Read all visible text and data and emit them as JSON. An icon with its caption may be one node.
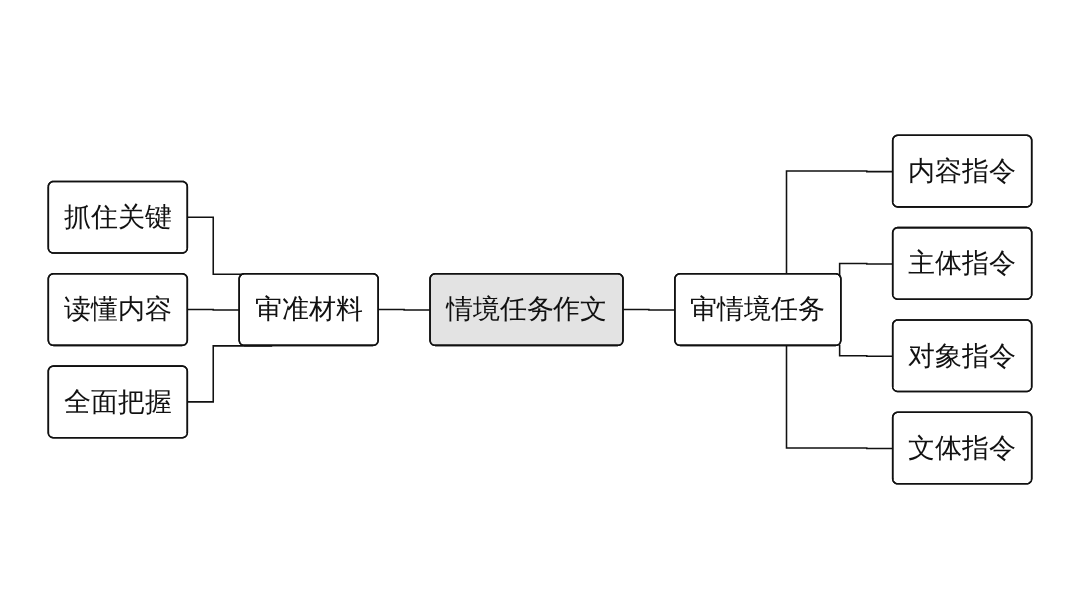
{
  "diagram": {
    "nodes": [
      {
        "text": [
          "情境任务作文"
        ]
      },
      {
        "text": [
          "审准材料"
        ]
      },
      {
        "text": [
          "抓住关键"
        ]
      },
      {
        "text": [
          "读懂内容"
        ]
      },
      {
        "text": [
          "全面把握"
        ]
      },
      {
        "text": [
          "审情境任务"
        ]
      },
      {
        "text": [
          "内容指令"
        ]
      },
      {
        "text": [
          "主体指令"
        ]
      },
      {
        "text": [
          "对象指令"
        ]
      },
      {
        "text": [
          "文体指令"
        ]
      }
    ],
    "edges": [
      {
        "from": 2,
        "to": 1,
        "arrow": "none"
      },
      {
        "from": 3,
        "to": 1,
        "arrow": "none"
      },
      {
        "from": 4,
        "to": 1,
        "arrow": "none"
      },
      {
        "from": 1,
        "to": 0,
        "arrow": "none"
      },
      {
        "from": 0,
        "to": 5,
        "arrow": "none"
      },
      {
        "from": 5,
        "to": 6,
        "arrow": "none"
      },
      {
        "from": 5,
        "to": 7,
        "arrow": "none"
      },
      {
        "from": 5,
        "to": 8,
        "arrow": "none"
      },
      {
        "from": 5,
        "to": 9,
        "arrow": "none"
      }
    ]
  }
}
